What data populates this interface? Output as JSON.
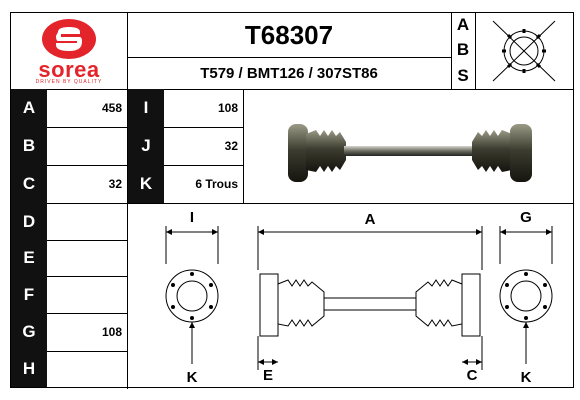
{
  "brand": {
    "name": "sorea",
    "tagline": "DRIVEN BY QUALITY",
    "logo_color": "#e3242b"
  },
  "header": {
    "part_number": "T68307",
    "cross_refs": "T579 / BMT126 / 307ST86",
    "abs_letters": [
      "A",
      "B",
      "S"
    ]
  },
  "left_specs": [
    {
      "label": "A",
      "value": "458"
    },
    {
      "label": "B",
      "value": ""
    },
    {
      "label": "C",
      "value": "32"
    },
    {
      "label": "D",
      "value": ""
    },
    {
      "label": "E",
      "value": ""
    },
    {
      "label": "F",
      "value": ""
    },
    {
      "label": "G",
      "value": "108"
    },
    {
      "label": "H",
      "value": ""
    }
  ],
  "mid_specs": [
    {
      "label": "I",
      "value": "108"
    },
    {
      "label": "J",
      "value": "32"
    },
    {
      "label": "K",
      "value": "6 Trous"
    }
  ],
  "diagram": {
    "labels": {
      "I": "I",
      "A": "A",
      "G": "G",
      "K_left": "K",
      "E": "E",
      "C": "C",
      "K_right": "K"
    }
  }
}
